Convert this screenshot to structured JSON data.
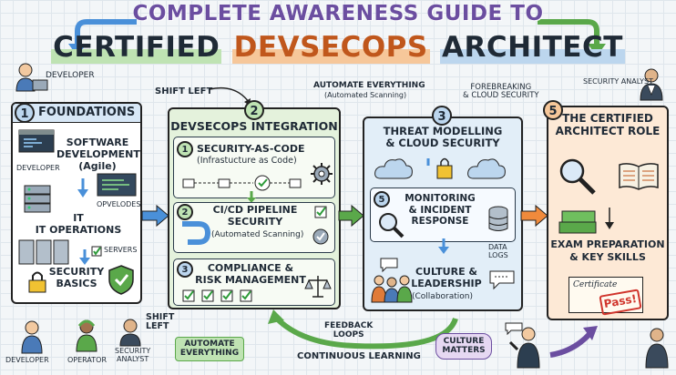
{
  "title": {
    "line1": "COMPLETE AWARENESS GUIDE TO",
    "line2_word1": "CERTIFIED",
    "line2_word2": "DEVSECOPS",
    "line2_word3": "ARCHITECT"
  },
  "top_labels": {
    "developer": "DEVELOPER",
    "shift_left": "SHIFT LEFT",
    "automate_everything": "AUTOMATE EVERYTHING",
    "automate_sub": "(Automated Scanning)",
    "forebreaking": "FOREBREAKING\n& CLOUD SECURITY",
    "security_analyst": "SECURITY ANALYST"
  },
  "panel1": {
    "number": "1",
    "title": "FOUNDATIONS",
    "software_dev": "SOFTWARE\nDEVELOPMENT\n(Agile)",
    "developer": "DEVELOPER",
    "opvelodes": "OPVELODES",
    "it_ops": "IT\nIT OPERATIONS",
    "servers": "SERVERS",
    "security_basics": "SECURITY\nBASICS"
  },
  "panel2": {
    "number": "2",
    "title": "DEVSECOPS INTEGRATION",
    "sub1_num": "1",
    "sub1_title": "SECURITY-AS-CODE",
    "sub1_note": "(Infrastucture as Code)",
    "sub2_num": "2",
    "sub2_title": "CI/CD PIPELINE\nSECURITY",
    "sub2_note": "(Automated Scanning)",
    "sub3_num": "3",
    "sub3_title": "COMPLIANCE &\nRISK MANAGEMENT"
  },
  "panel3": {
    "number": "3",
    "title": "THREAT MODELLING\n& CLOUD SECURITY",
    "sub_num": "5",
    "monitoring": "MONITORING\n& INCIDENT\nRESPONSE",
    "data_logs": "DATA\nLOGS",
    "culture": "CULTURE &\nLEADERSHIP",
    "culture_note": "(Collaboration)"
  },
  "panel5": {
    "number": "5",
    "title": "THE CERTIFIED\nARCHITECT ROLE",
    "exam": "EXAM PREPARATION\n& KEY SKILLS",
    "certificate": "Certificate",
    "pass": "Pass!"
  },
  "bottom_labels": {
    "developer": "DEVELOPER",
    "operator": "OPERATOR",
    "security_analyst": "SECURITY\nANALYST",
    "shift_left": "SHIFT\nLEFT",
    "automate_everything": "AUTOMATE\nEVERYTHING",
    "feedback_loops": "FEEDBACK\nLOOPS",
    "continuous_learning": "CONTINUOUS LEARNING",
    "culture_matters": "CULTURE\nMATTERS"
  },
  "colors": {
    "title_purple": "#6b4ea0",
    "blue": "#4a90d9",
    "green": "#5aa84a",
    "orange": "#f08a3c",
    "panel2_bg": "#e4f2dc",
    "panel3_bg": "#e2eef8",
    "panel5_bg": "#fde9d6"
  }
}
